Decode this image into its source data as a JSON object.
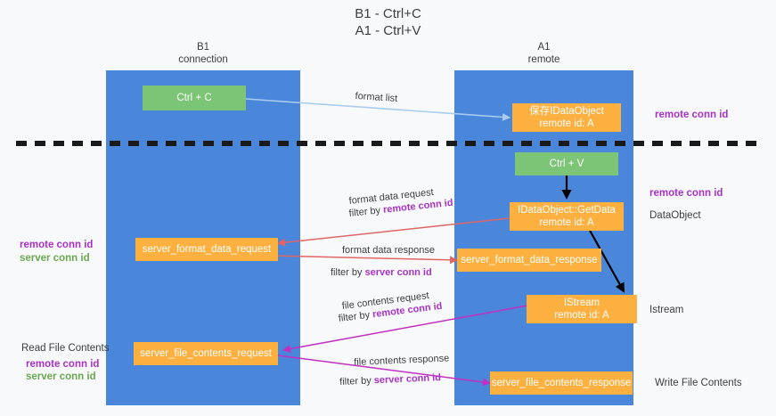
{
  "title": {
    "line1": "B1 - Ctrl+C",
    "line2": "A1 - Ctrl+V"
  },
  "columns": [
    {
      "name": "B1",
      "sub": "connection"
    },
    {
      "name": "A1",
      "sub": "remote"
    }
  ],
  "nodes": {
    "ctrl_c": "Ctrl + C",
    "ctrl_v": "Ctrl + V",
    "save_dataobject_l1": "保存IDataObject",
    "save_dataobject_l2": "remote id: A",
    "getdata_l1": "IDataObject::GetData",
    "getdata_l2": "remote id: A",
    "istream_l1": "IStream",
    "istream_l2": "remote id: A",
    "server_format_data_request": "server_format_data_request",
    "server_format_data_response": "server_format_data_response",
    "server_file_contents_request": "server_file_contents_request",
    "server_file_contents_response": "server_file_contents_response"
  },
  "right_labels": {
    "remote_conn_id_top": "remote conn id",
    "remote_conn_id_mid": "remote conn id",
    "dataobject": "DataObject",
    "istream": "Istream",
    "write_file_contents": "Write File Contents"
  },
  "left_labels": {
    "remote_conn_id": "remote conn id",
    "server_conn_id": "server conn id",
    "read_file_contents": "Read File Contents",
    "remote_conn_id_2": "remote conn id",
    "server_conn_id_2": "server conn id"
  },
  "arrows": [
    {
      "id": "format-list",
      "label": "format list",
      "filter": "",
      "filter_key": ""
    },
    {
      "id": "format-data-request",
      "label": "format data request",
      "filter": "filter by ",
      "filter_key": "remote conn id"
    },
    {
      "id": "format-data-response",
      "label": "format data response",
      "filter": "filter by ",
      "filter_key": "server conn id"
    },
    {
      "id": "file-contents-request",
      "label": "file contents request",
      "filter": "filter by ",
      "filter_key": "remote conn id"
    },
    {
      "id": "file-contents-response",
      "label": "file contents response",
      "filter": "filter by ",
      "filter_key": "server conn id"
    }
  ],
  "colors": {
    "lane": "#4a86d9",
    "green_node": "#7cc576",
    "orange_node": "#fbb040",
    "purple_text": "#a832c8",
    "green_text": "#6aa84f",
    "blue_arrow": "#a9cdef",
    "red_arrow": "#e06666",
    "magenta_arrow": "#c32ec3",
    "black_arrow": "#000000",
    "background": "#f8f9fa"
  }
}
